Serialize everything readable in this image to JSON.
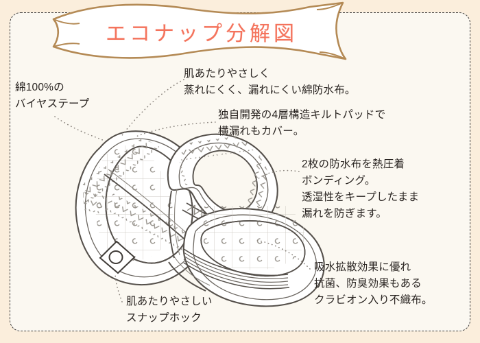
{
  "page": {
    "background_color": "#fbeedc",
    "panel_color": "#fbf8f1",
    "border_color": "#3a3a3a",
    "title_color": "#f4735c",
    "ribbon_outline_color": "#b48a55",
    "text_color": "#2a2522",
    "line_art_color": "#4a4642"
  },
  "banner": {
    "title": "エコナップ分解図",
    "shape": "ribbon-banner"
  },
  "callouts": [
    {
      "id": "bias-tape",
      "name": "callout-bias-tape",
      "text": "綿100%の\nバイヤステープ"
    },
    {
      "id": "top-cloth",
      "name": "callout-top-waterproof-cloth",
      "text": "肌あたりやさしく\n蒸れにくく、漏れにくい綿防水布。"
    },
    {
      "id": "quilt-pad",
      "name": "callout-quilt-pad",
      "text": "独自開発の4層構造キルトパッドで\n横漏れもカバー。"
    },
    {
      "id": "bonding",
      "name": "callout-bonding",
      "text": "2枚の防水布を熱圧着\nボンディング。\n透湿性をキープしたまま\n漏れを防ぎます。"
    },
    {
      "id": "non-woven",
      "name": "callout-non-woven-fabric",
      "text": "吸水拡散効果に優れ\n抗菌、防臭効果もある\nクラビオン入り不織布。"
    },
    {
      "id": "snap-hook",
      "name": "callout-snap-hook",
      "text": "肌あたりやさしい\nスナップホック"
    }
  ],
  "illustration": {
    "name": "eco-nappy-exploded-diagram",
    "description": "cloth-diaper-line-art"
  }
}
